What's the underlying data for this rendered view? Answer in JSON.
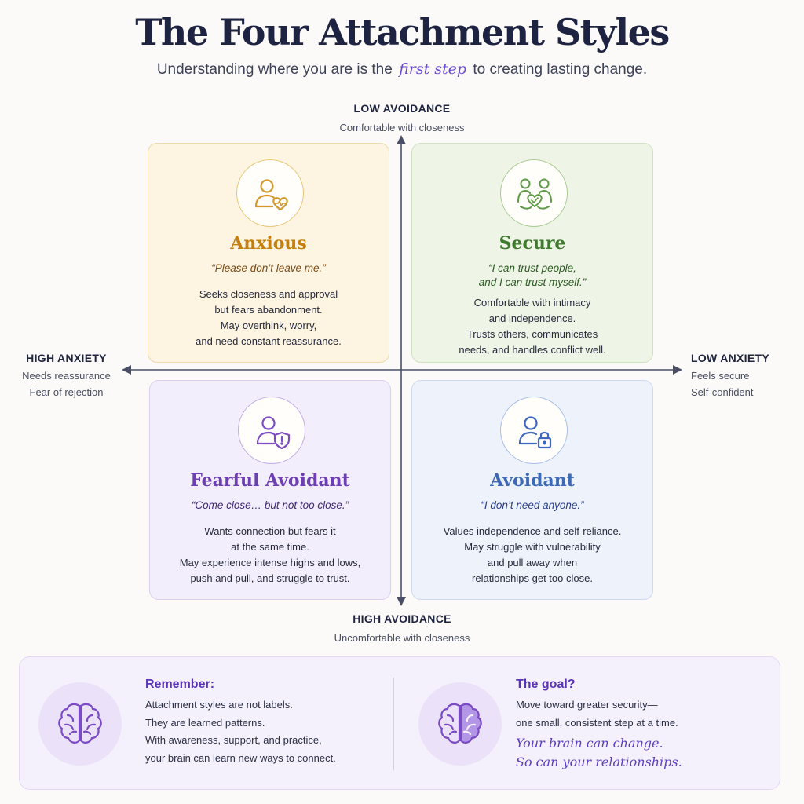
{
  "header": {
    "title": "The Four Attachment Styles",
    "subtitle_pre": "Understanding where you are is the",
    "subtitle_em": "first step",
    "subtitle_post": "to creating lasting change."
  },
  "axes": {
    "top": {
      "label": "LOW AVOIDANCE",
      "sub": [
        "Comfortable with closeness"
      ]
    },
    "bottom": {
      "label": "HIGH AVOIDANCE",
      "sub": [
        "Uncomfortable with closeness"
      ]
    },
    "left": {
      "label": "HIGH ANXIETY",
      "sub": [
        "Needs reassurance",
        "Fear of rejection"
      ]
    },
    "right": {
      "label": "LOW ANXIETY",
      "sub": [
        "Feels secure",
        "Self-confident"
      ]
    }
  },
  "quadrants": {
    "anxious": {
      "title": "Anxious",
      "icon": "person-heart-icon",
      "quote": [
        "“Please don’t leave me.”"
      ],
      "desc": [
        "Seeks closeness and approval",
        "but fears abandonment.",
        "May overthink, worry,",
        "and need constant reassurance."
      ],
      "color": "#c57f10"
    },
    "secure": {
      "title": "Secure",
      "icon": "two-people-heart-icon",
      "quote": [
        "“I can trust people,",
        "and I can trust myself.”"
      ],
      "desc": [
        "Comfortable with intimacy",
        "and independence.",
        "Trusts others, communicates",
        "needs, and handles conflict well."
      ],
      "color": "#3f7a2f"
    },
    "fearful": {
      "title": "Fearful Avoidant",
      "icon": "person-shield-icon",
      "quote": [
        "“Come close… but not too close.”"
      ],
      "desc": [
        "Wants connection but fears it",
        "at the same time.",
        "May experience intense highs and lows,",
        "push and pull, and struggle to trust."
      ],
      "color": "#6d3fb3"
    },
    "avoidant": {
      "title": "Avoidant",
      "icon": "person-lock-icon",
      "quote": [
        "“I don’t need anyone.”"
      ],
      "desc": [
        "Values independence and self-reliance.",
        "May struggle with vulnerability",
        "and pull away when",
        "relationships get too close."
      ],
      "color": "#3e6ab5"
    }
  },
  "footer": {
    "remember": {
      "heading": "Remember:",
      "icon": "brain-icon",
      "lines": [
        "Attachment styles are not labels.",
        "They are learned patterns.",
        "With awareness, support, and practice,",
        "your brain can learn new ways to connect."
      ]
    },
    "goal": {
      "heading": "The goal?",
      "icon": "brain-icon",
      "lines": [
        "Move toward greater security—",
        "one small, consistent step at a time."
      ],
      "script": [
        "Your brain can change.",
        "So can your relationships."
      ]
    }
  }
}
